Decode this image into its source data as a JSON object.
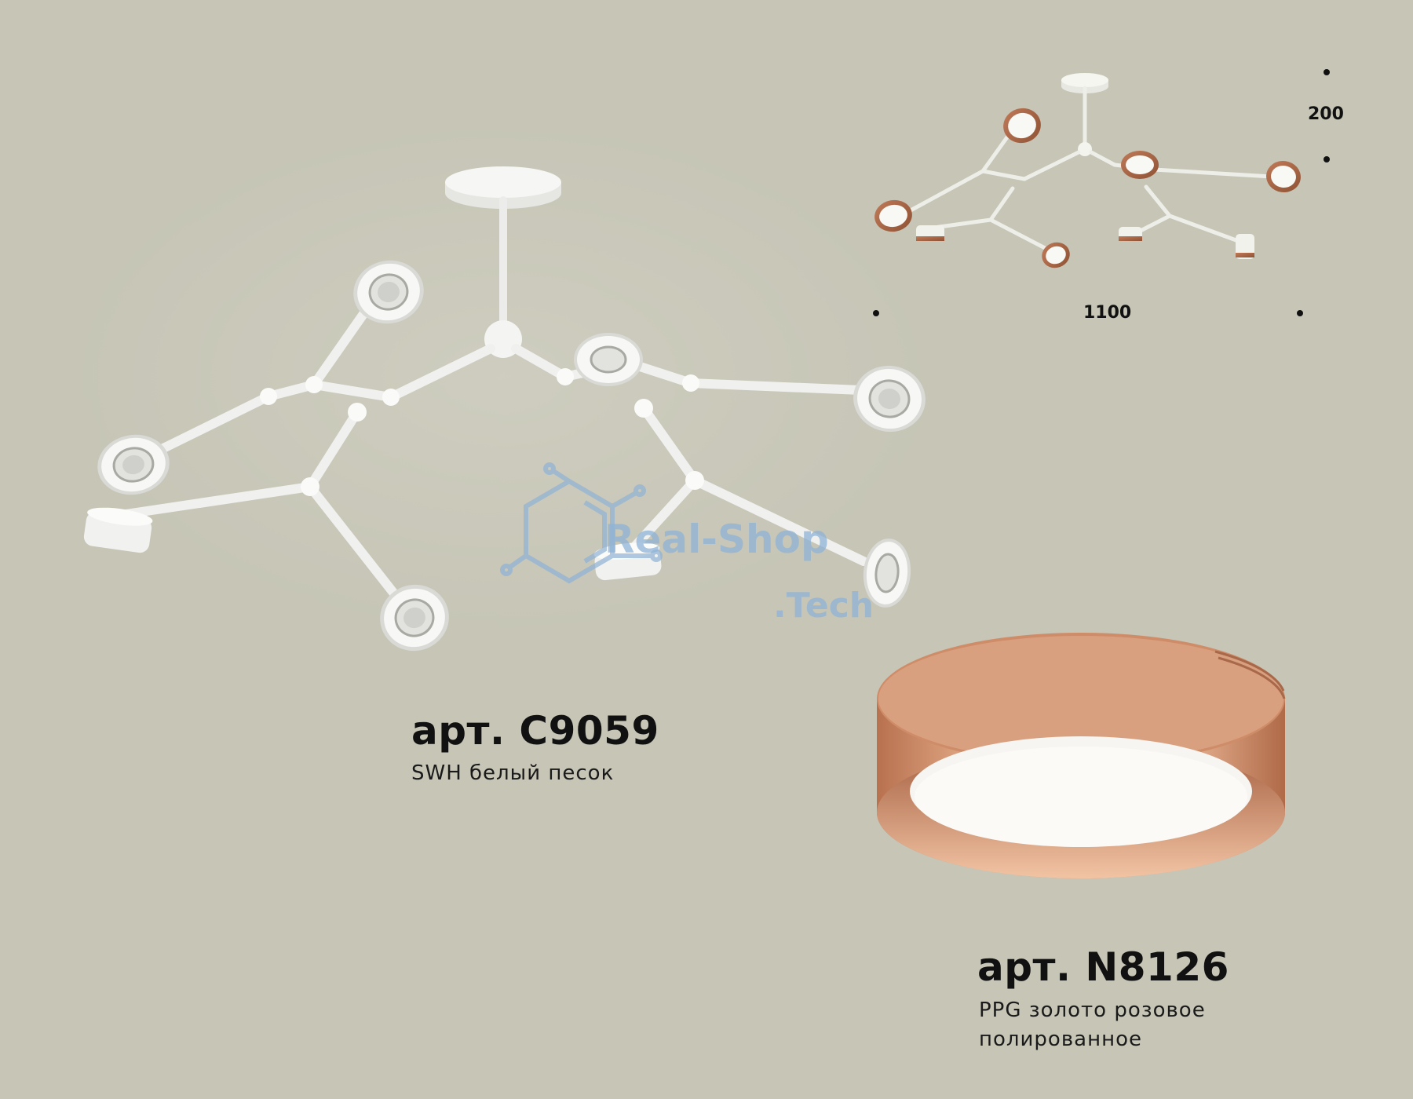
{
  "products": [
    {
      "article": "арт. C9059",
      "description": "SWH белый песок"
    },
    {
      "article": "арт. N8126",
      "description_lines": [
        "PPG золото розовое",
        "полированное"
      ]
    }
  ],
  "dimensions": {
    "height": "200",
    "width": "1100"
  },
  "watermark": {
    "line1": "Real-Shop",
    "line2": ".Tech"
  },
  "colors": {
    "background": "#c6c5b6",
    "fixture_white": "#f4f4f2",
    "rose_gold": "#d08f6c",
    "text": "#111111"
  },
  "icons": [
    "chandelier-fixture",
    "ring-shade",
    "circuit-hexagon-logo"
  ]
}
